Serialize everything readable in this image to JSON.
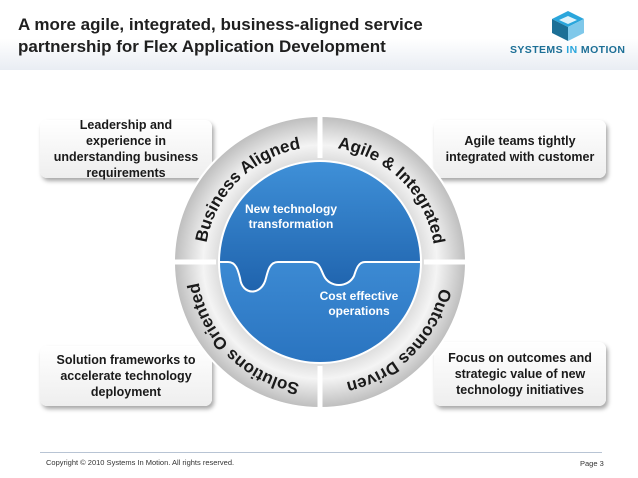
{
  "slide": {
    "title": "A more agile, integrated, business-aligned service partnership for Flex Application Development",
    "copyright": "Copyright © 2010 Systems In Motion. All rights reserved.",
    "page": "Page 3"
  },
  "logo": {
    "text_part1": "SYSTEMS ",
    "text_part2": "IN",
    "text_part3": " MOTION",
    "colors": {
      "dark": "#1c6f96",
      "light": "#2aa6dc"
    }
  },
  "callouts": {
    "top_left": "Leadership and experience in understanding business requirements",
    "top_right": "Agile teams tightly integrated with customer",
    "bottom_left": "Solution frameworks to accelerate technology deployment",
    "bottom_right": "Focus on outcomes and strategic value of new technology initiatives"
  },
  "ring": {
    "top_left": "Business Aligned",
    "top_right": "Agile & Integrated",
    "bottom_right": "Outcomes Driven",
    "bottom_left": "Solutions Oriented"
  },
  "puzzle": {
    "top": "New technology transformation",
    "bottom": "Cost effective operations",
    "colors": {
      "top": "#2f7fc8",
      "bottom": "#3a8fd6"
    }
  }
}
